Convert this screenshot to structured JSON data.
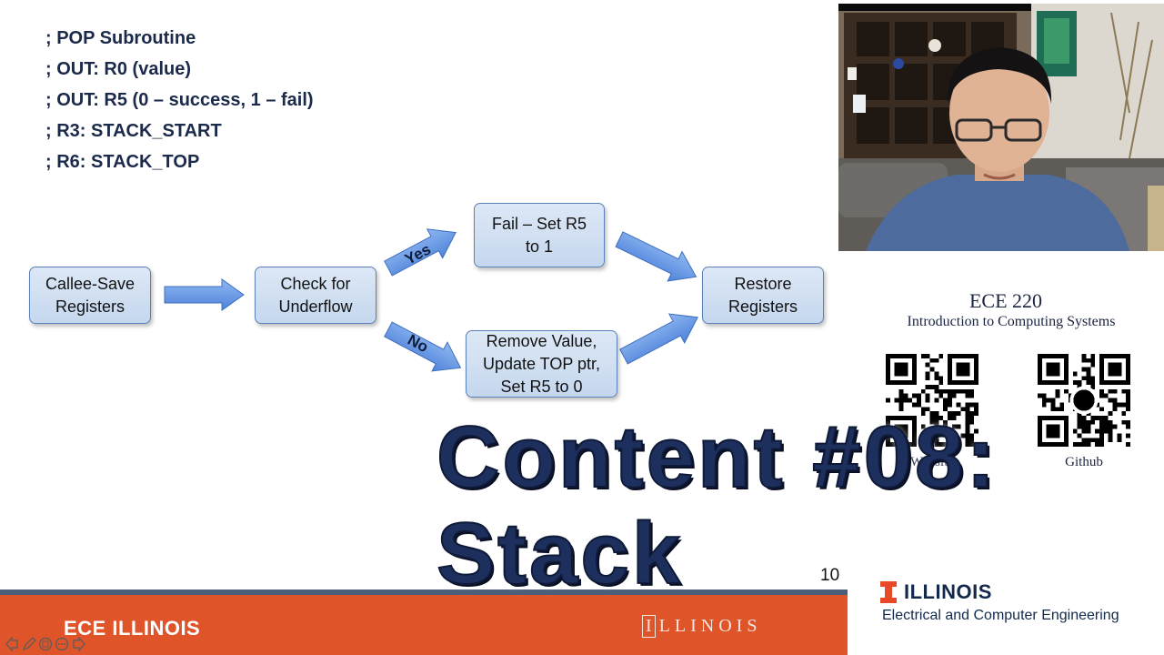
{
  "slide": {
    "code_lines": [
      "; POP Subroutine",
      "; OUT: R0 (value)",
      "; OUT: R5 (0 – success, 1 – fail)",
      "; R3: STACK_START",
      "; R6: STACK_TOP"
    ],
    "flow": {
      "callee_save": "Callee-Save\nRegisters",
      "check_underflow": "Check for\nUnderflow",
      "fail": "Fail – Set R5\nto 1",
      "remove_value": "Remove Value,\nUpdate TOP ptr,\nSet R5 to 0",
      "restore": "Restore\nRegisters",
      "yes_label": "Yes",
      "no_label": "No"
    },
    "slide_number": "10",
    "footer_left": "ECE ILLINOIS",
    "footer_right_mark": "I",
    "footer_right_text": "LLINOIS"
  },
  "side_panel": {
    "course_title": "ECE 220",
    "course_subtitle": "Introduction to Computing Systems",
    "qr_website_label": "Website",
    "qr_github_label": "Github",
    "logo_text": "ILLINOIS",
    "department": "Electrical and Computer Engineering"
  },
  "overlay": {
    "line1": "Content #08:",
    "line2": "Stack"
  },
  "nav_icons": [
    "prev-arrow-icon",
    "pen-icon",
    "slides-icon",
    "more-icon",
    "next-arrow-icon"
  ],
  "colors": {
    "footer_orange": "#e0542a",
    "box_fill": "#d0dff2",
    "box_border": "#5b82b8",
    "arrow_blue": "#5b8fe0",
    "navy": "#13294b",
    "illinois_orange": "#e84a27"
  }
}
